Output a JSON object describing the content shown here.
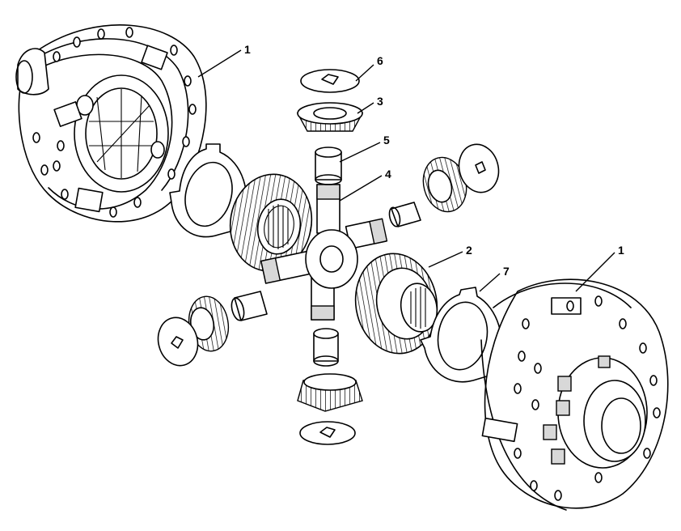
{
  "diagram": {
    "callouts": [
      {
        "id": "case-left",
        "text": "1"
      },
      {
        "id": "side-gear-right",
        "text": "2"
      },
      {
        "id": "pinion-top",
        "text": "3"
      },
      {
        "id": "spider",
        "text": "4"
      },
      {
        "id": "bushing-top",
        "text": "5"
      },
      {
        "id": "washer-top",
        "text": "6"
      },
      {
        "id": "thrust-washer-right",
        "text": "7"
      },
      {
        "id": "case-right",
        "text": "1"
      }
    ],
    "colors": {
      "line": "#000000",
      "background": "#ffffff",
      "shade": "#d8d8d8"
    }
  }
}
